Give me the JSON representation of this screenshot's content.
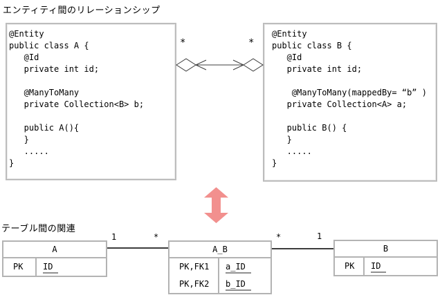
{
  "titles": {
    "entity_section": "エンティティ間のリレーションシップ",
    "table_section": "テーブル間の関連"
  },
  "entity_diagram": {
    "class_a_code": "@Entity\npublic class A {\n   @Id\n   private int id;\n\n   @ManyToMany\n   private Collection<B> b;\n\n   public A(){\n   }\n   .....\n}",
    "class_b_code": "@Entity\npublic class B {\n   @Id\n   private int id;\n\n    @ManyToMany(mappedBy= “b” )\n   private Collection<A> a;\n\n   public B() {\n   }\n   .....\n}",
    "assoc_left_multiplicity": "*",
    "assoc_right_multiplicity": "*"
  },
  "tables": {
    "a": {
      "name": "A",
      "rows": [
        {
          "key": "PK",
          "column": "ID"
        }
      ]
    },
    "a_b": {
      "name": "A_B",
      "rows": [
        {
          "key": "PK,FK1",
          "column": "a_ID"
        },
        {
          "key": "PK,FK2",
          "column": "b_ID"
        }
      ]
    },
    "b": {
      "name": "B",
      "rows": [
        {
          "key": "PK",
          "column": "ID"
        }
      ]
    }
  },
  "relations": {
    "a_to_ab": {
      "near_a": "1",
      "near_ab": "*"
    },
    "ab_to_b": {
      "near_ab": "*",
      "near_b": "1"
    }
  },
  "colors": {
    "transform_arrow": "#f2908e",
    "line": "#3c3c3c",
    "table_border": "#b3b3b3"
  }
}
